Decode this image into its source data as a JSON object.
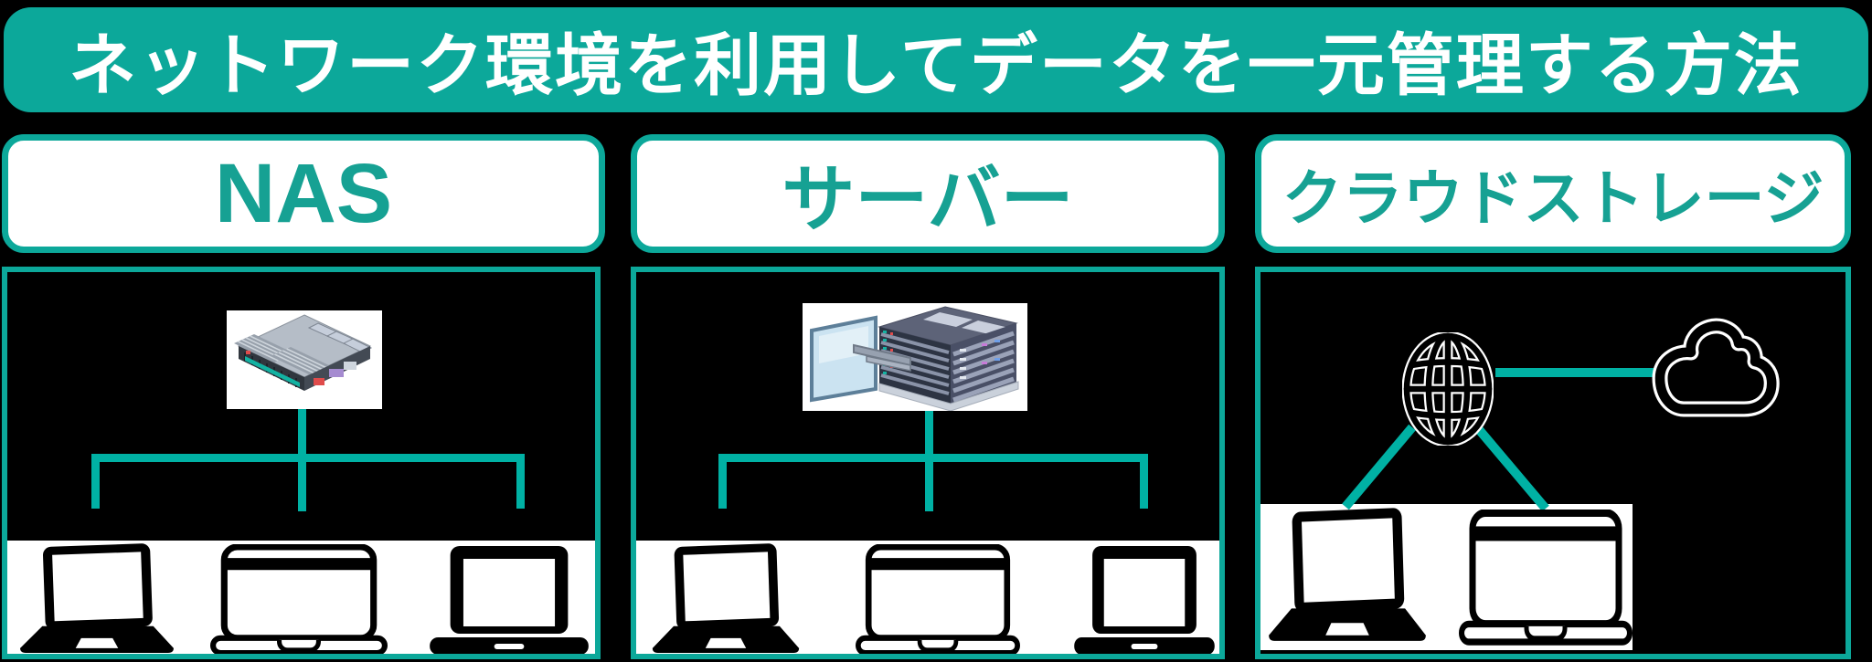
{
  "title": "ネットワーク環境を利用してデータを一元管理する方法",
  "columns": [
    {
      "label": "NAS",
      "device_icon": "nas-device-icon",
      "client_laptop_count": 3
    },
    {
      "label": "サーバー",
      "device_icon": "server-rack-icon",
      "client_laptop_count": 3
    },
    {
      "label": "クラウドストレージ",
      "device_icons": [
        "globe-icon",
        "cloud-icon"
      ],
      "client_laptop_count": 2
    }
  ],
  "icons": [
    "nas-device-icon",
    "server-rack-icon",
    "globe-icon",
    "cloud-icon",
    "laptop-icon"
  ],
  "colors": {
    "teal_bar": "#0ca89a",
    "teal_border": "#0ca89a",
    "heading_text_teal": "#16a193",
    "connector_teal": "#00b1a4",
    "title_text": "#ffffff",
    "card_bg": "#ffffff",
    "background": "#000000"
  }
}
